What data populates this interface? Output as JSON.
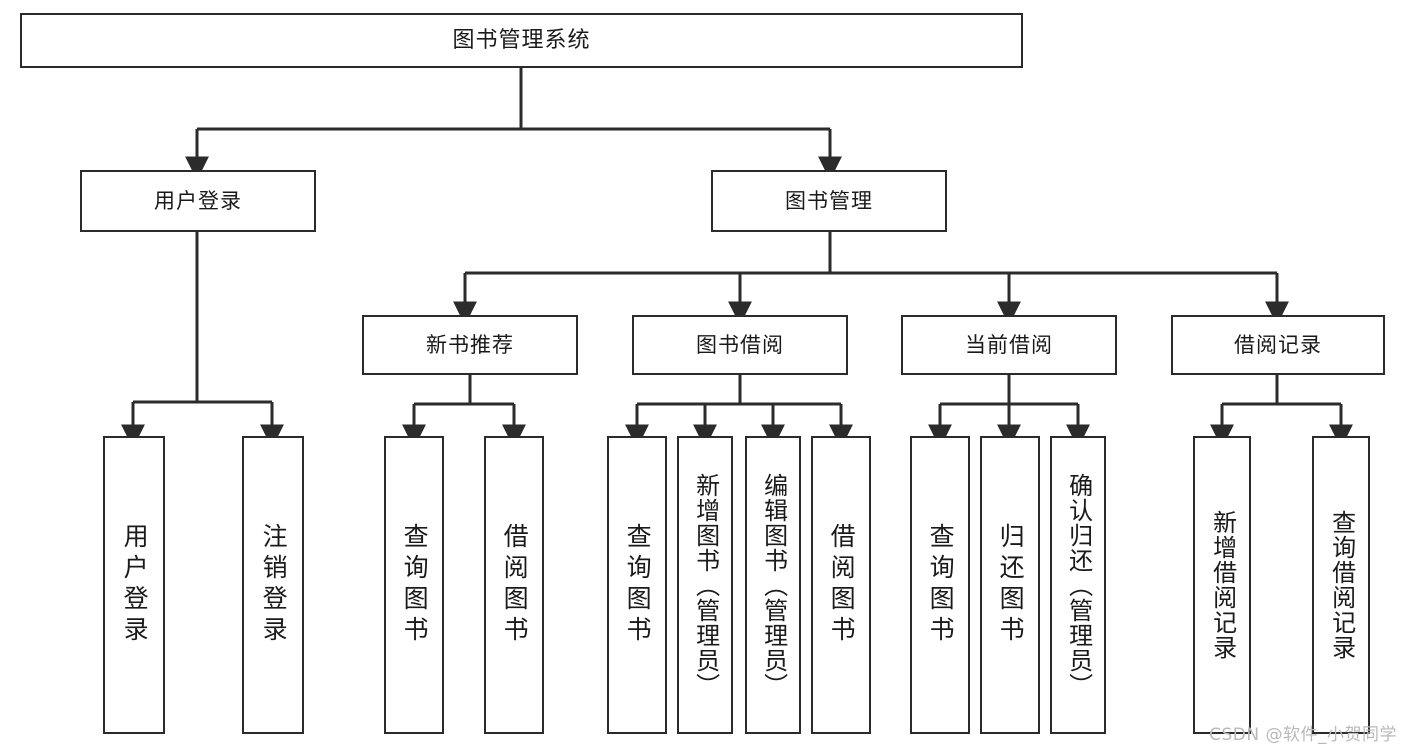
{
  "diagram": {
    "type": "tree",
    "title": "图书管理系统",
    "watermark": "CSDN @软件_小贺同学",
    "colors": {
      "box_border": "#2b2b2b",
      "box_fill": "#ffffff",
      "connector": "#2b2b2b",
      "text": "#1a1a1a",
      "watermark": "#b9b9b9"
    },
    "nodes": {
      "root": {
        "label": "图书管理系统"
      },
      "tier2": [
        {
          "label": "用户登录"
        },
        {
          "label": "图书管理"
        }
      ],
      "tier3": [
        {
          "label": "新书推荐"
        },
        {
          "label": "图书借阅"
        },
        {
          "label": "当前借阅"
        },
        {
          "label": "借阅记录"
        }
      ],
      "leaves": {
        "user_login": [
          {
            "label": "用户登录"
          },
          {
            "label": "注销登录"
          }
        ],
        "new_book": [
          {
            "label": "查询图书"
          },
          {
            "label": "借阅图书"
          }
        ],
        "book_borrow": [
          {
            "label": "查询图书"
          },
          {
            "label": "新增图书（管理员）"
          },
          {
            "label": "编辑图书（管理员）"
          },
          {
            "label": "借阅图书"
          }
        ],
        "current_borrow": [
          {
            "label": "查询图书"
          },
          {
            "label": "归还图书"
          },
          {
            "label": "确认归还（管理员）"
          }
        ],
        "borrow_record": [
          {
            "label": "新增借阅记录"
          },
          {
            "label": "查询借阅记录"
          }
        ]
      }
    },
    "edges": [
      {
        "from": "图书管理系统",
        "to": "用户登录"
      },
      {
        "from": "图书管理系统",
        "to": "图书管理"
      },
      {
        "from": "图书管理",
        "to": "新书推荐"
      },
      {
        "from": "图书管理",
        "to": "图书借阅"
      },
      {
        "from": "图书管理",
        "to": "当前借阅"
      },
      {
        "from": "图书管理",
        "to": "借阅记录"
      },
      {
        "from": "用户登录",
        "to": "用户登录"
      },
      {
        "from": "用户登录",
        "to": "注销登录"
      },
      {
        "from": "新书推荐",
        "to": "查询图书"
      },
      {
        "from": "新书推荐",
        "to": "借阅图书"
      },
      {
        "from": "图书借阅",
        "to": "查询图书"
      },
      {
        "from": "图书借阅",
        "to": "新增图书（管理员）"
      },
      {
        "from": "图书借阅",
        "to": "编辑图书（管理员）"
      },
      {
        "from": "图书借阅",
        "to": "借阅图书"
      },
      {
        "from": "当前借阅",
        "to": "查询图书"
      },
      {
        "from": "当前借阅",
        "to": "归还图书"
      },
      {
        "from": "当前借阅",
        "to": "确认归还（管理员）"
      },
      {
        "from": "借阅记录",
        "to": "新增借阅记录"
      },
      {
        "from": "借阅记录",
        "to": "查询借阅记录"
      }
    ]
  }
}
